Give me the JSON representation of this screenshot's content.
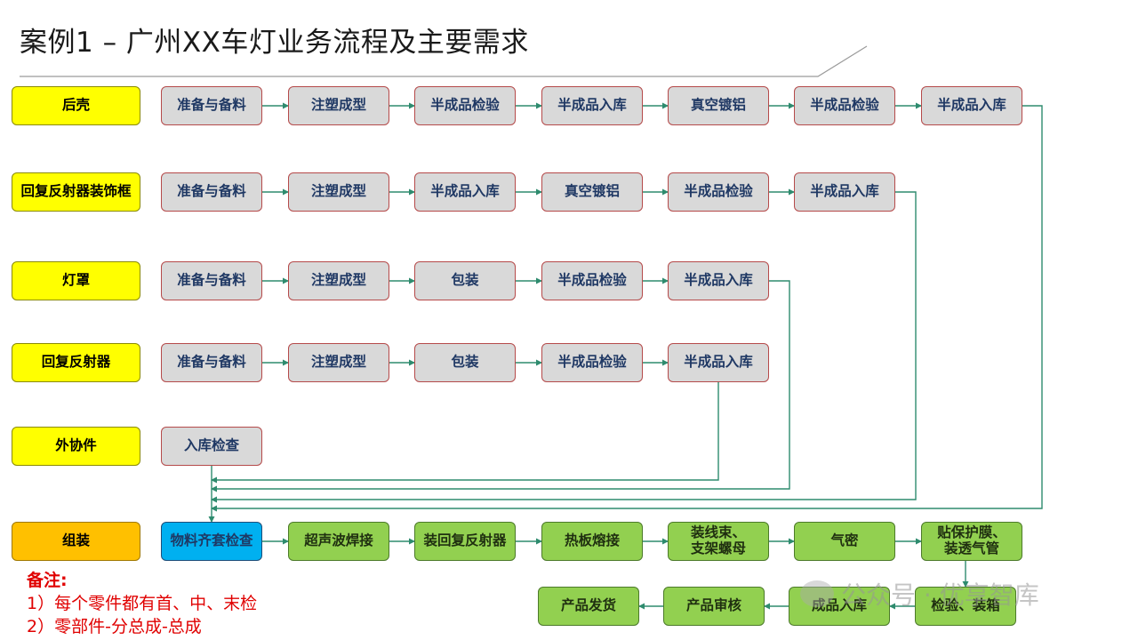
{
  "title": "案例1 – 广州XX车灯业务流程及主要需求",
  "rows": [
    {
      "label": "后壳",
      "steps": [
        "准备与备料",
        "注塑成型",
        "半成品检验",
        "半成品入库",
        "真空镀铝",
        "半成品检验",
        "半成品入库"
      ]
    },
    {
      "label": "回复反射器装饰框",
      "steps": [
        "准备与备料",
        "注塑成型",
        "半成品入库",
        "真空镀铝",
        "半成品检验",
        "半成品入库"
      ]
    },
    {
      "label": "灯罩",
      "steps": [
        "准备与备料",
        "注塑成型",
        "包装",
        "半成品检验",
        "半成品入库"
      ]
    },
    {
      "label": "回复反射器",
      "steps": [
        "准备与备料",
        "注塑成型",
        "包装",
        "半成品检验",
        "半成品入库"
      ]
    },
    {
      "label": "外协件",
      "steps": [
        "入库检查"
      ]
    }
  ],
  "assembly": {
    "label": "组装",
    "row1": [
      "物料齐套检查",
      "超声波焊接",
      "装回复反射器",
      "热板熔接",
      "装线束、\n支架螺母",
      "气密",
      "贴保护膜、\n装透气管"
    ],
    "row2": [
      "产品发货",
      "产品审核",
      "成品入库",
      "检验、装箱"
    ]
  },
  "notes": {
    "title": "备注:",
    "items": [
      "1）每个零件都有首、中、末检",
      "2）零部件-分总成-总成"
    ]
  },
  "watermark": "公众号 · 优享智库",
  "colors": {
    "label": "#ffff00",
    "assembly_label": "#ffc000",
    "step": "#d9d9d9",
    "check_step": "#00b0f0",
    "assembly_step": "#92d050",
    "arrow": "#2e8b6e",
    "notes": "#e00000"
  }
}
